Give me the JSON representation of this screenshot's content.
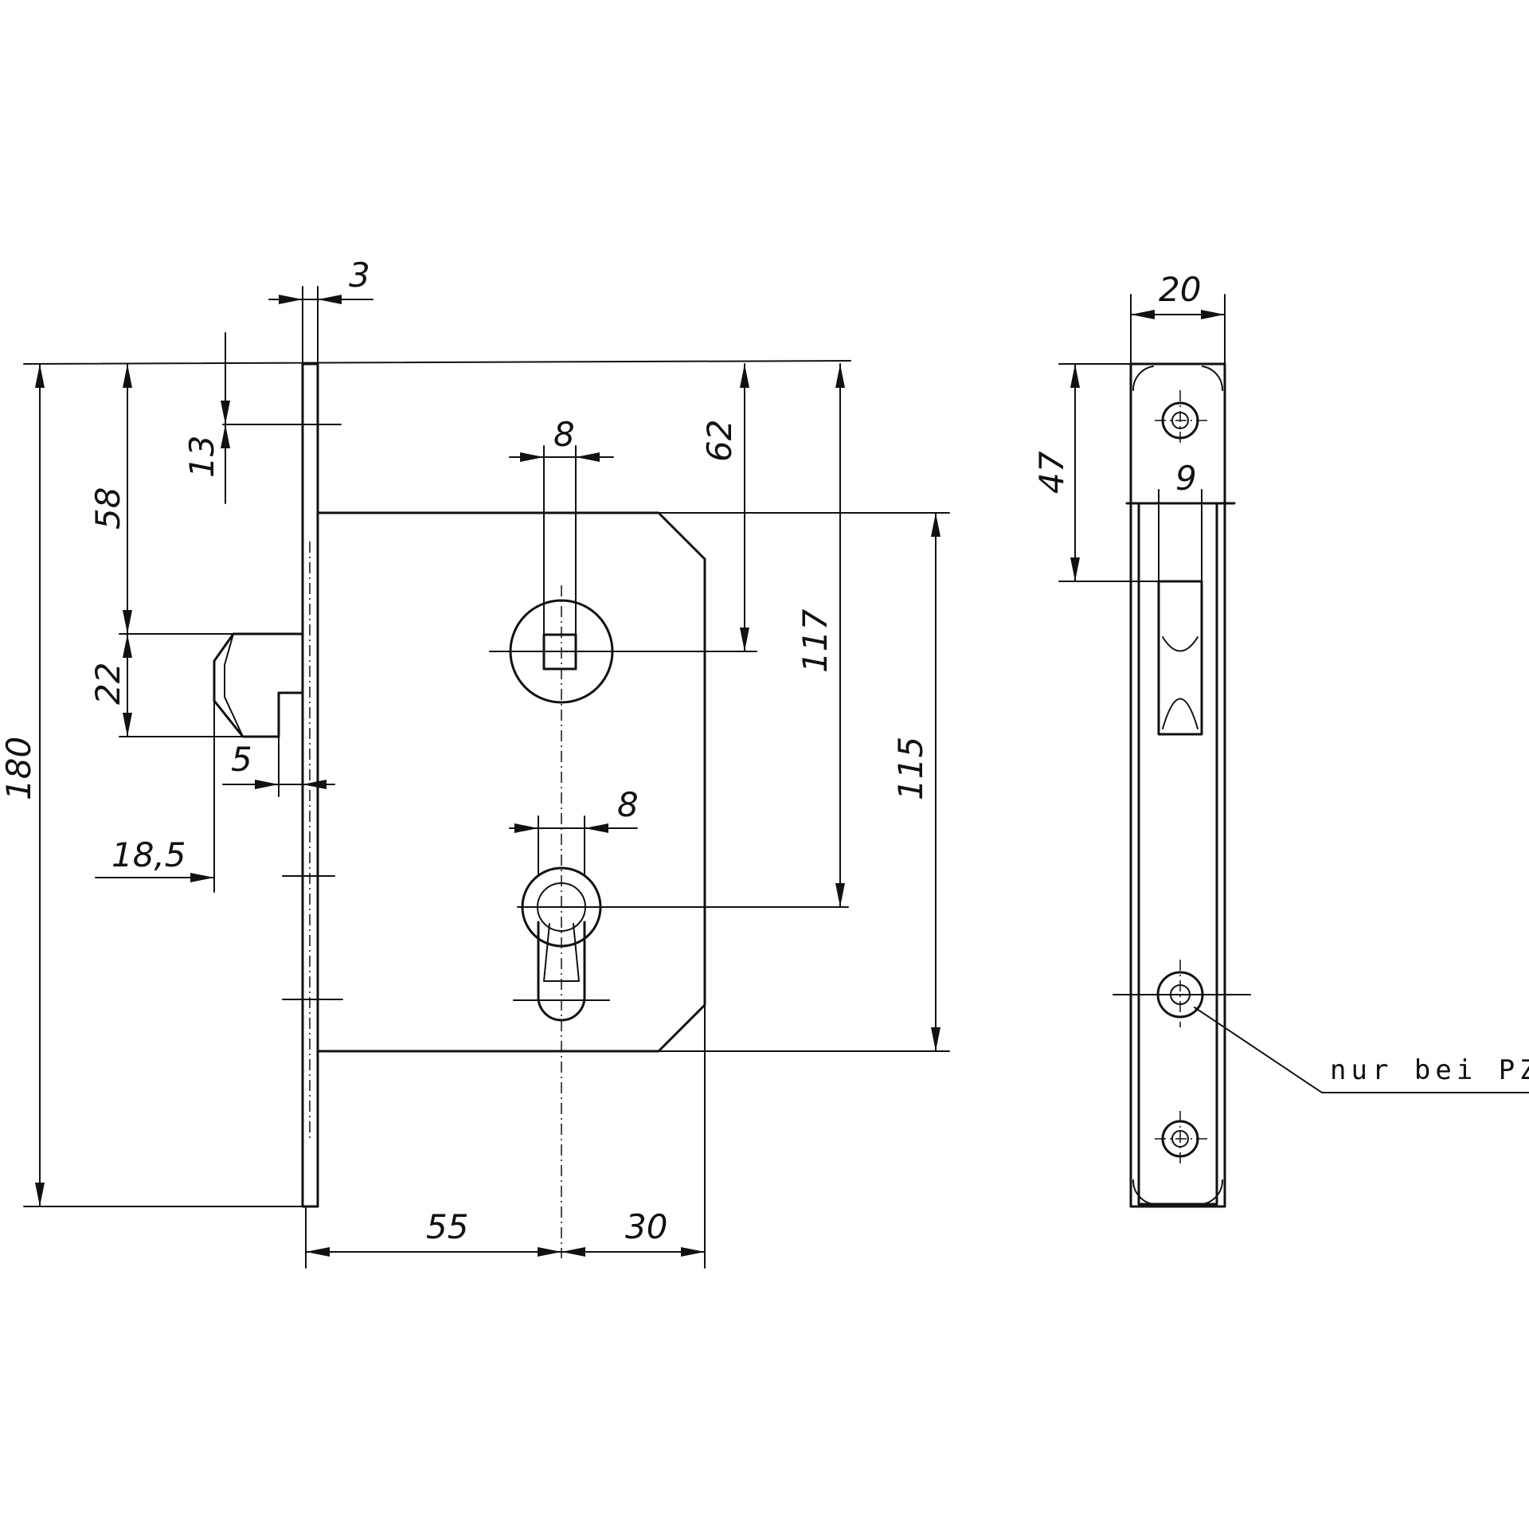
{
  "front_view": {
    "dimensions": {
      "forend_thickness": "3",
      "top_to_latch": "58",
      "top_to_screw": "13",
      "latch_height": "22",
      "latch_step": "5",
      "latch_projection": "18,5",
      "overall_height": "180",
      "follower_square": "8",
      "keyhole_width": "8",
      "top_to_follower": "62",
      "follower_to_cylinder": "117",
      "case_height": "115",
      "backset": "55",
      "cylinder_to_back": "30"
    }
  },
  "side_view": {
    "dimensions": {
      "forend_width": "20",
      "top_to_bolt": "47",
      "bolt_width": "9"
    },
    "note": "nur bei PZ"
  }
}
